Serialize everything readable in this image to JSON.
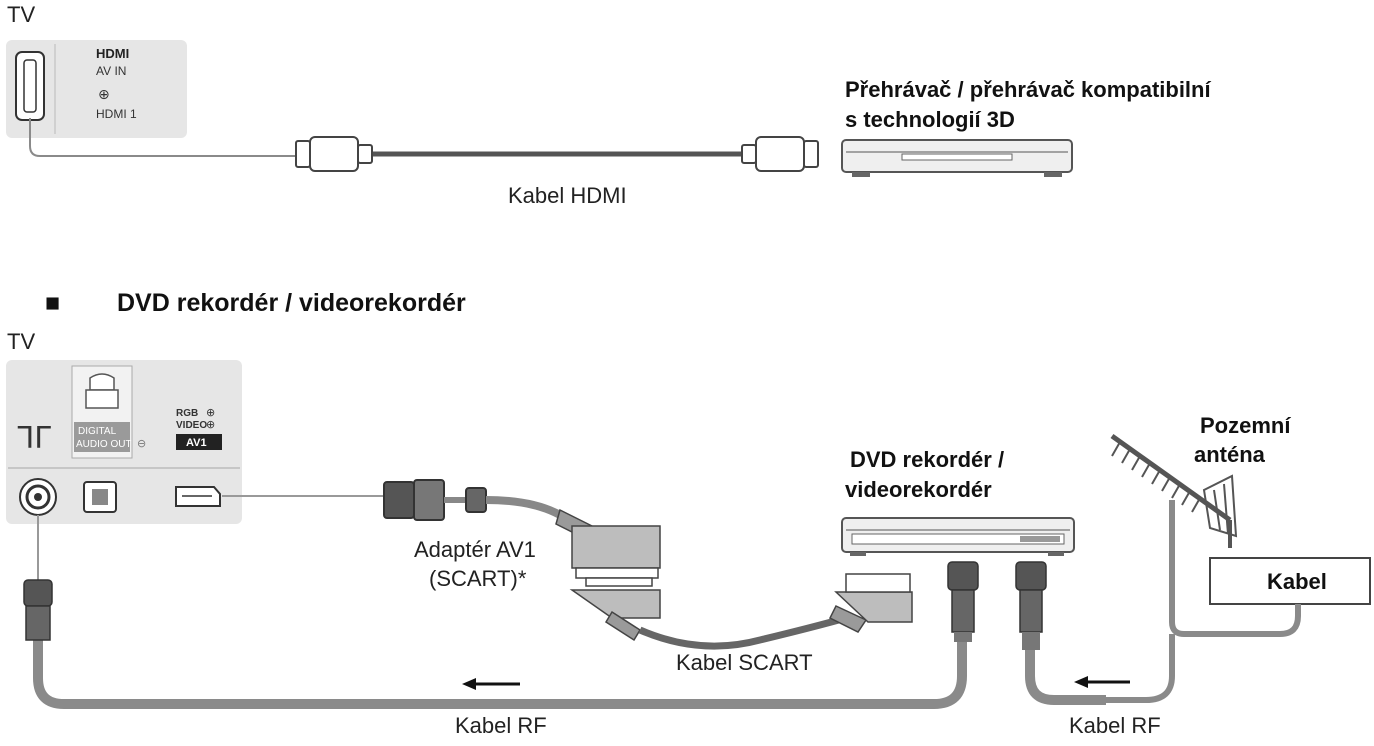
{
  "top": {
    "tv_label": "TV",
    "hdmi_logo": "HDMI",
    "av_in": "AV IN",
    "hdmi1": "HDMI 1",
    "cable_label": "Kabel HDMI",
    "player_line1": "Přehrávač / přehrávač kompatibilní",
    "player_line2": "s technologií 3D"
  },
  "bottom": {
    "bullet": "■",
    "heading": "DVD rekordér / videorekordér",
    "tv_label": "TV",
    "digital": "DIGITAL",
    "audio_out": "AUDIO OUT",
    "rgb": "RGB",
    "video": "VIDEO",
    "av1": "AV1",
    "adapter_line1": "Adaptér AV1",
    "adapter_line2": "(SCART)*",
    "scart_cable": "Kabel SCART",
    "recorder_line1": "DVD rekordér /",
    "recorder_line2": "videorekordér",
    "antenna_line1": "Pozemní",
    "antenna_line2": "anténa",
    "kabel_box": "Kabel",
    "rf_left": "Kabel RF",
    "rf_right": "Kabel RF"
  },
  "colors": {
    "panel": "#e6e6e6",
    "cable": "#8a8a8a",
    "cable_dark": "#555555",
    "connector": "#6e6e6e"
  },
  "icons": [
    "hdmi-port-icon",
    "hdmi-plug-icon",
    "player-device-icon",
    "antenna-icon",
    "optical-port-icon",
    "rf-port-icon",
    "scart-port-icon",
    "rf-plug-icon",
    "scart-adapter-icon",
    "arrow-left-icon"
  ]
}
